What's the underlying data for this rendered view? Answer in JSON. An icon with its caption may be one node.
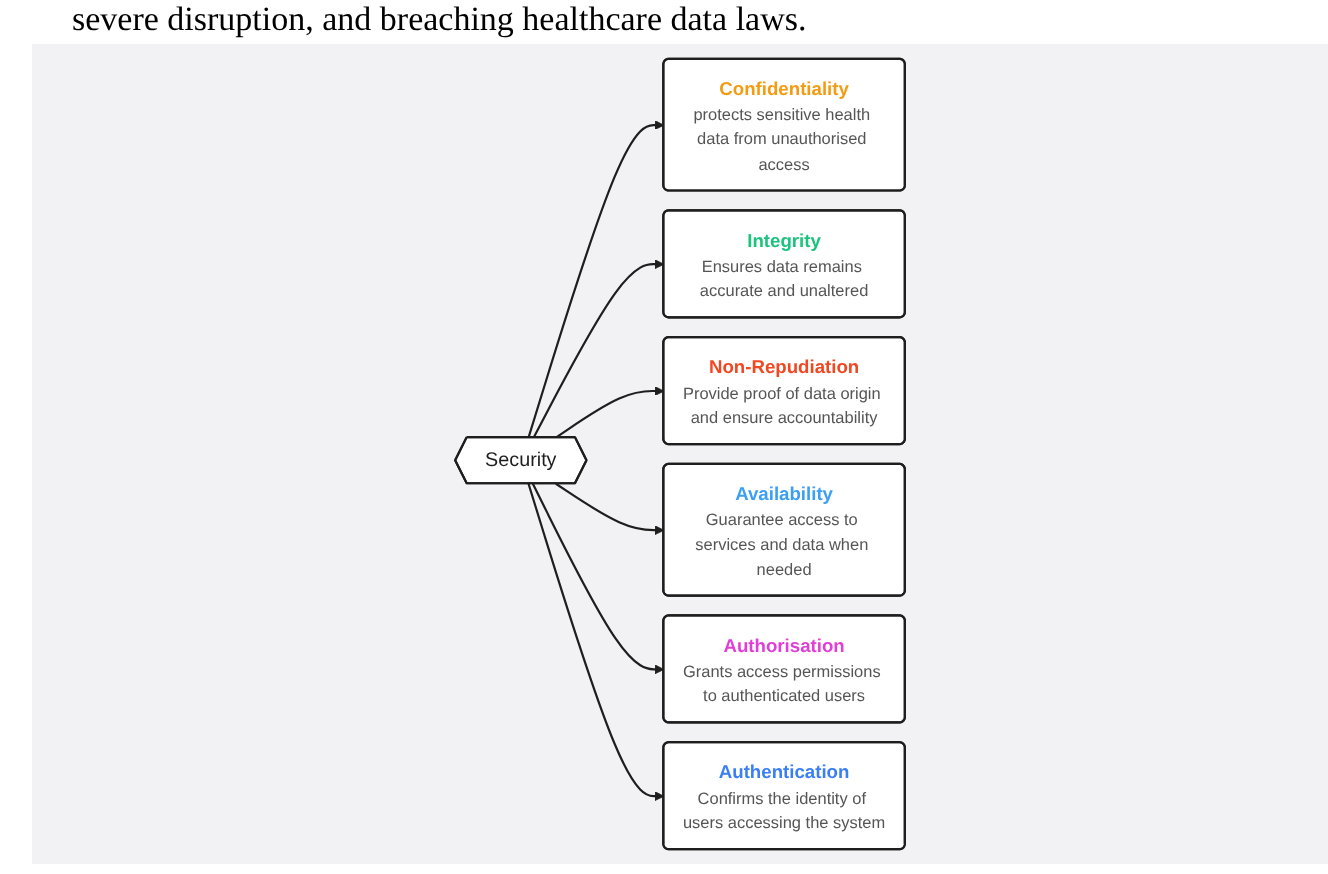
{
  "diagram": {
    "nodes": [
      {
        "text": [
          "Confidentiality",
          "protects sensitive health data from unauthorised access"
        ]
      },
      {
        "text": [
          "Integrity",
          "Ensures data remains accurate and unaltered"
        ]
      },
      {
        "text": [
          "Non-Repudiation",
          "Provide proof of data origin and ensure accountability"
        ]
      },
      {
        "text": [
          "Security"
        ]
      },
      {
        "text": [
          "Availability",
          "Guarantee access to services and data when needed"
        ]
      },
      {
        "text": [
          "Authorisation",
          "Grants access permissions to authenticated users"
        ]
      },
      {
        "text": [
          "Authentication",
          "Confirms the identity of users accessing the system"
        ]
      }
    ],
    "edges": [
      {
        "from": 3,
        "to": 0,
        "arrow": "to"
      },
      {
        "from": 3,
        "to": 1,
        "arrow": "to"
      },
      {
        "from": 3,
        "to": 2,
        "arrow": "to"
      },
      {
        "from": 3,
        "to": 4,
        "arrow": "to"
      },
      {
        "from": 3,
        "to": 5,
        "arrow": "to"
      },
      {
        "from": 3,
        "to": 6,
        "arrow": "to"
      }
    ],
    "labels": [
      "severe disruption, and breaching healthcare data laws."
    ]
  }
}
